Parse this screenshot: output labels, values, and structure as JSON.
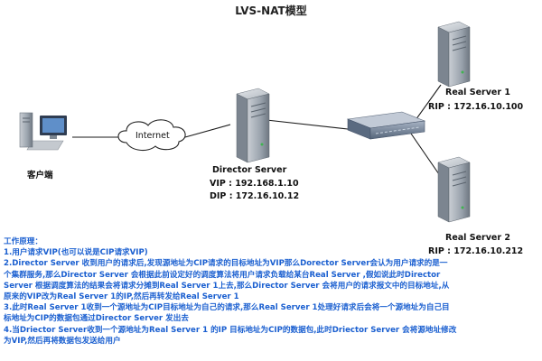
{
  "title": "LVS-NAT模型",
  "client_label": "客户端",
  "cloud_label": "Internet",
  "director": {
    "name": "Director Server",
    "vip": "VIP : 192.168.1.10",
    "dip": "DIP : 172.16.10.12"
  },
  "real_server_1": {
    "name": "Real Server 1",
    "rip": "RIP : 172.16.10.100"
  },
  "real_server_2": {
    "name": "Real Server 2",
    "rip": "RIP : 172.16.10.212"
  },
  "notes": [
    "工作原理：",
    "1.用户请求VIP(也可以说是CIP请求VIP)",
    "2.Director Server 收到用户的请求后,发现源地址为CIP请求的目标地址为VIP那么Dorector Server会认为用户请求的是一",
    "个集群服务,那么Director Server 会根据此前设定好的调度算法将用户请求负载给某台Real Server ,假如说此时Director",
    "Server 根据调度算法的结果会将请求分摊到Real Server 1上去,那么Director Server 会将用户的请求报文中的目标地址,从",
    "原来的VIP改为Real Server 1的IP,然后再转发给Real Server 1",
    "3.此时Real Server 1收到一个源地址为CIP目标地址为自己的请求,那么Real Server 1处理好请求后会将一个源地址为自己目",
    "标地址为CIP的数据包通过Director Server 发出去",
    "4.当Driector Server收到一个源地址为Real Server 1 的IP 目标地址为CIP的数据包,此时Driector Server 会将源地址修改",
    "为VIP,然后再将数据包发送给用户"
  ],
  "colors": {
    "note_text": "#1a5fd0",
    "link_line": "#1a1a1a",
    "server_body": "#9aa3ad",
    "switch_body": "#6f7f94"
  }
}
